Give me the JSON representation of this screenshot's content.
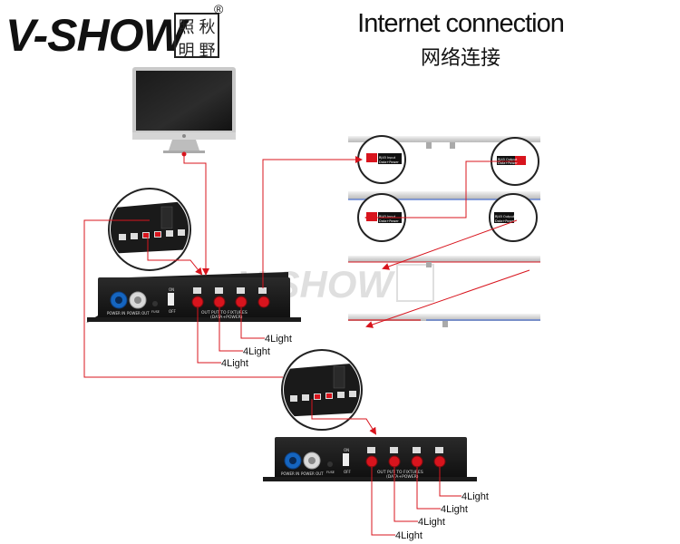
{
  "brand": {
    "logo_text": "V-SHOW",
    "seal_chars": [
      "照",
      "秋",
      "明",
      "野"
    ],
    "registered_mark": "®"
  },
  "title": {
    "english": "Internet connection",
    "chinese": "网络连接"
  },
  "controller_panel": {
    "power_in": "POWER IN",
    "power_out": "POWER OUT",
    "fuse": "FUSE",
    "switch_on": "ON",
    "switch_off": "OFF",
    "output_line1": "OUT PUT TO FIXTURES",
    "output_line2": "(DATA+POWER)"
  },
  "fixture_callouts": {
    "rj45_input": "RJ45 Input",
    "rj45_output": "RJ45 Output",
    "data_power": "Data+Power"
  },
  "top_controller_labels": [
    "4Light",
    "4Light",
    "4Light"
  ],
  "bottom_controller_labels": [
    "4Light",
    "4Light",
    "4Light",
    "4Light"
  ],
  "colors": {
    "wire": "#d8141d",
    "port_red": "#d8141d",
    "port_blue": "#1565c0",
    "controller_body": "#1c1c1c",
    "tube_glow": "#4a6fd0"
  }
}
